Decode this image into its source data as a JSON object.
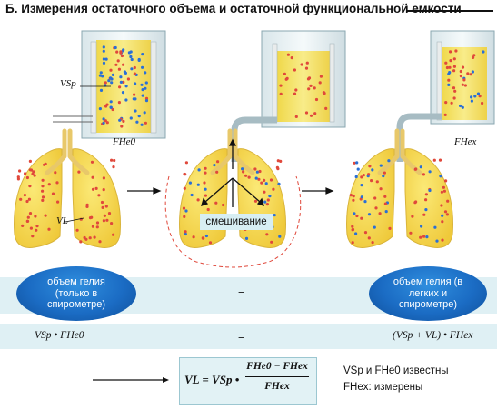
{
  "title": "Б. Измерения остаточного объема и остаточной функциональной емкости",
  "labels": {
    "vsp": "VSp",
    "vl": "VL",
    "fhe0": "FHe0",
    "fhex": "FHex",
    "mixing": "смешивание"
  },
  "row1": {
    "left_bubble": "объем гелия (только в спирометре)",
    "equals": "=",
    "right_bubble": "объем гелия (в легких и спирометре)"
  },
  "row2": {
    "left_expr": "VSp • FHe0",
    "equals": "=",
    "right_expr": "(VSp + VL) • FHex"
  },
  "formula": {
    "lhs": "VL = VSp •",
    "numerator": "FHe0 − FHex",
    "denominator": "FHex"
  },
  "notes": {
    "known": "VSp и FHe0 известны",
    "measured": "FHex: измерены"
  },
  "colors": {
    "lung": "#f6d94a",
    "jar": "#f4e46a",
    "band": "#dff0f4",
    "bubble": "#1b6cc4",
    "dot_red": "#e0483b",
    "dot_blue": "#2a6fd6"
  }
}
